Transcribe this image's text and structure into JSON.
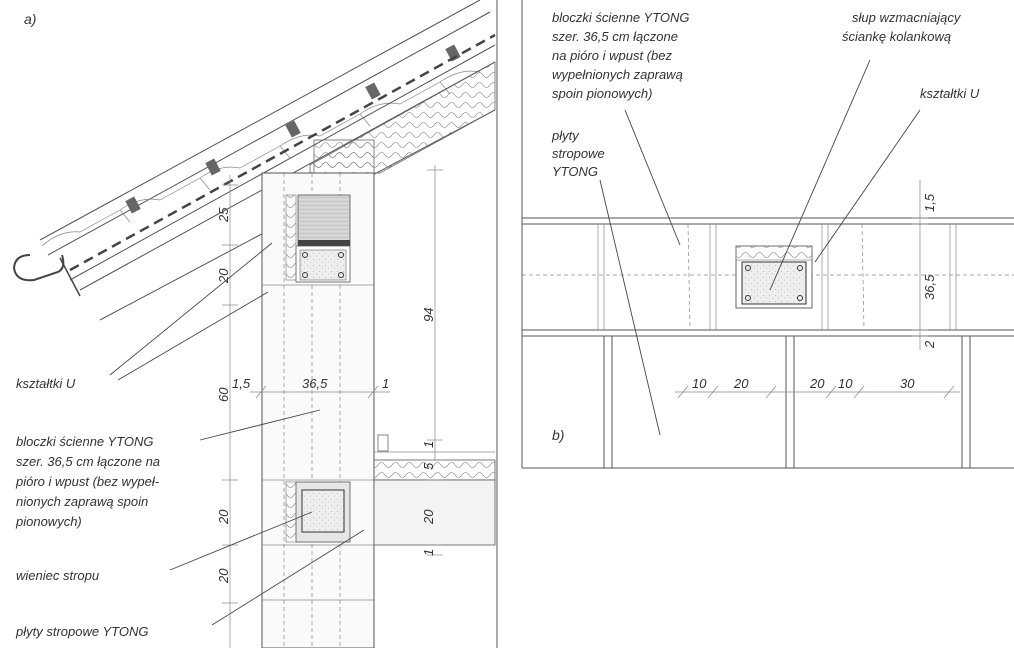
{
  "panel_a": {
    "tag": "a)",
    "labels": {
      "ksztaltki_u": "kształtki U",
      "bloczki_1": "bloczki ścienne YTONG",
      "bloczki_2": "szer. 36,5 cm łączone na",
      "bloczki_3": "pióro i wpust (bez wypeł-",
      "bloczki_4": "nionych zaprawą spoin",
      "bloczki_5": "pionowych)",
      "wieniec": "wieniec stropu",
      "plyty": "płyty stropowe YTONG"
    },
    "dims": {
      "d25": "25",
      "d20a": "20",
      "d60": "60",
      "d20b": "20",
      "d20c": "20",
      "d94": "94",
      "d15": "1,5",
      "d365": "36,5",
      "d1a": "1",
      "d1b": "1",
      "d5": "5",
      "d20d": "20",
      "d1c": "1"
    }
  },
  "panel_b": {
    "tag": "b)",
    "labels": {
      "bloczki_1": "bloczki ścienne YTONG",
      "bloczki_2": "szer. 36,5 cm łączone",
      "bloczki_3": "na pióro i wpust (bez",
      "bloczki_4": "wypełnionych zaprawą",
      "bloczki_5": "spoin pionowych)",
      "slup_1": "słup wzmacniający",
      "slup_2": "ściankę kolankową",
      "ksztaltki_u": "kształtki U",
      "plyty_1": "płyty",
      "plyty_2": "stropowe",
      "plyty_3": "YTONG"
    },
    "dims": {
      "d15": "1,5",
      "d365": "36,5",
      "d2": "2",
      "d10a": "10",
      "d20a": "20",
      "d20b": "20",
      "d10b": "10",
      "d30": "30"
    }
  }
}
